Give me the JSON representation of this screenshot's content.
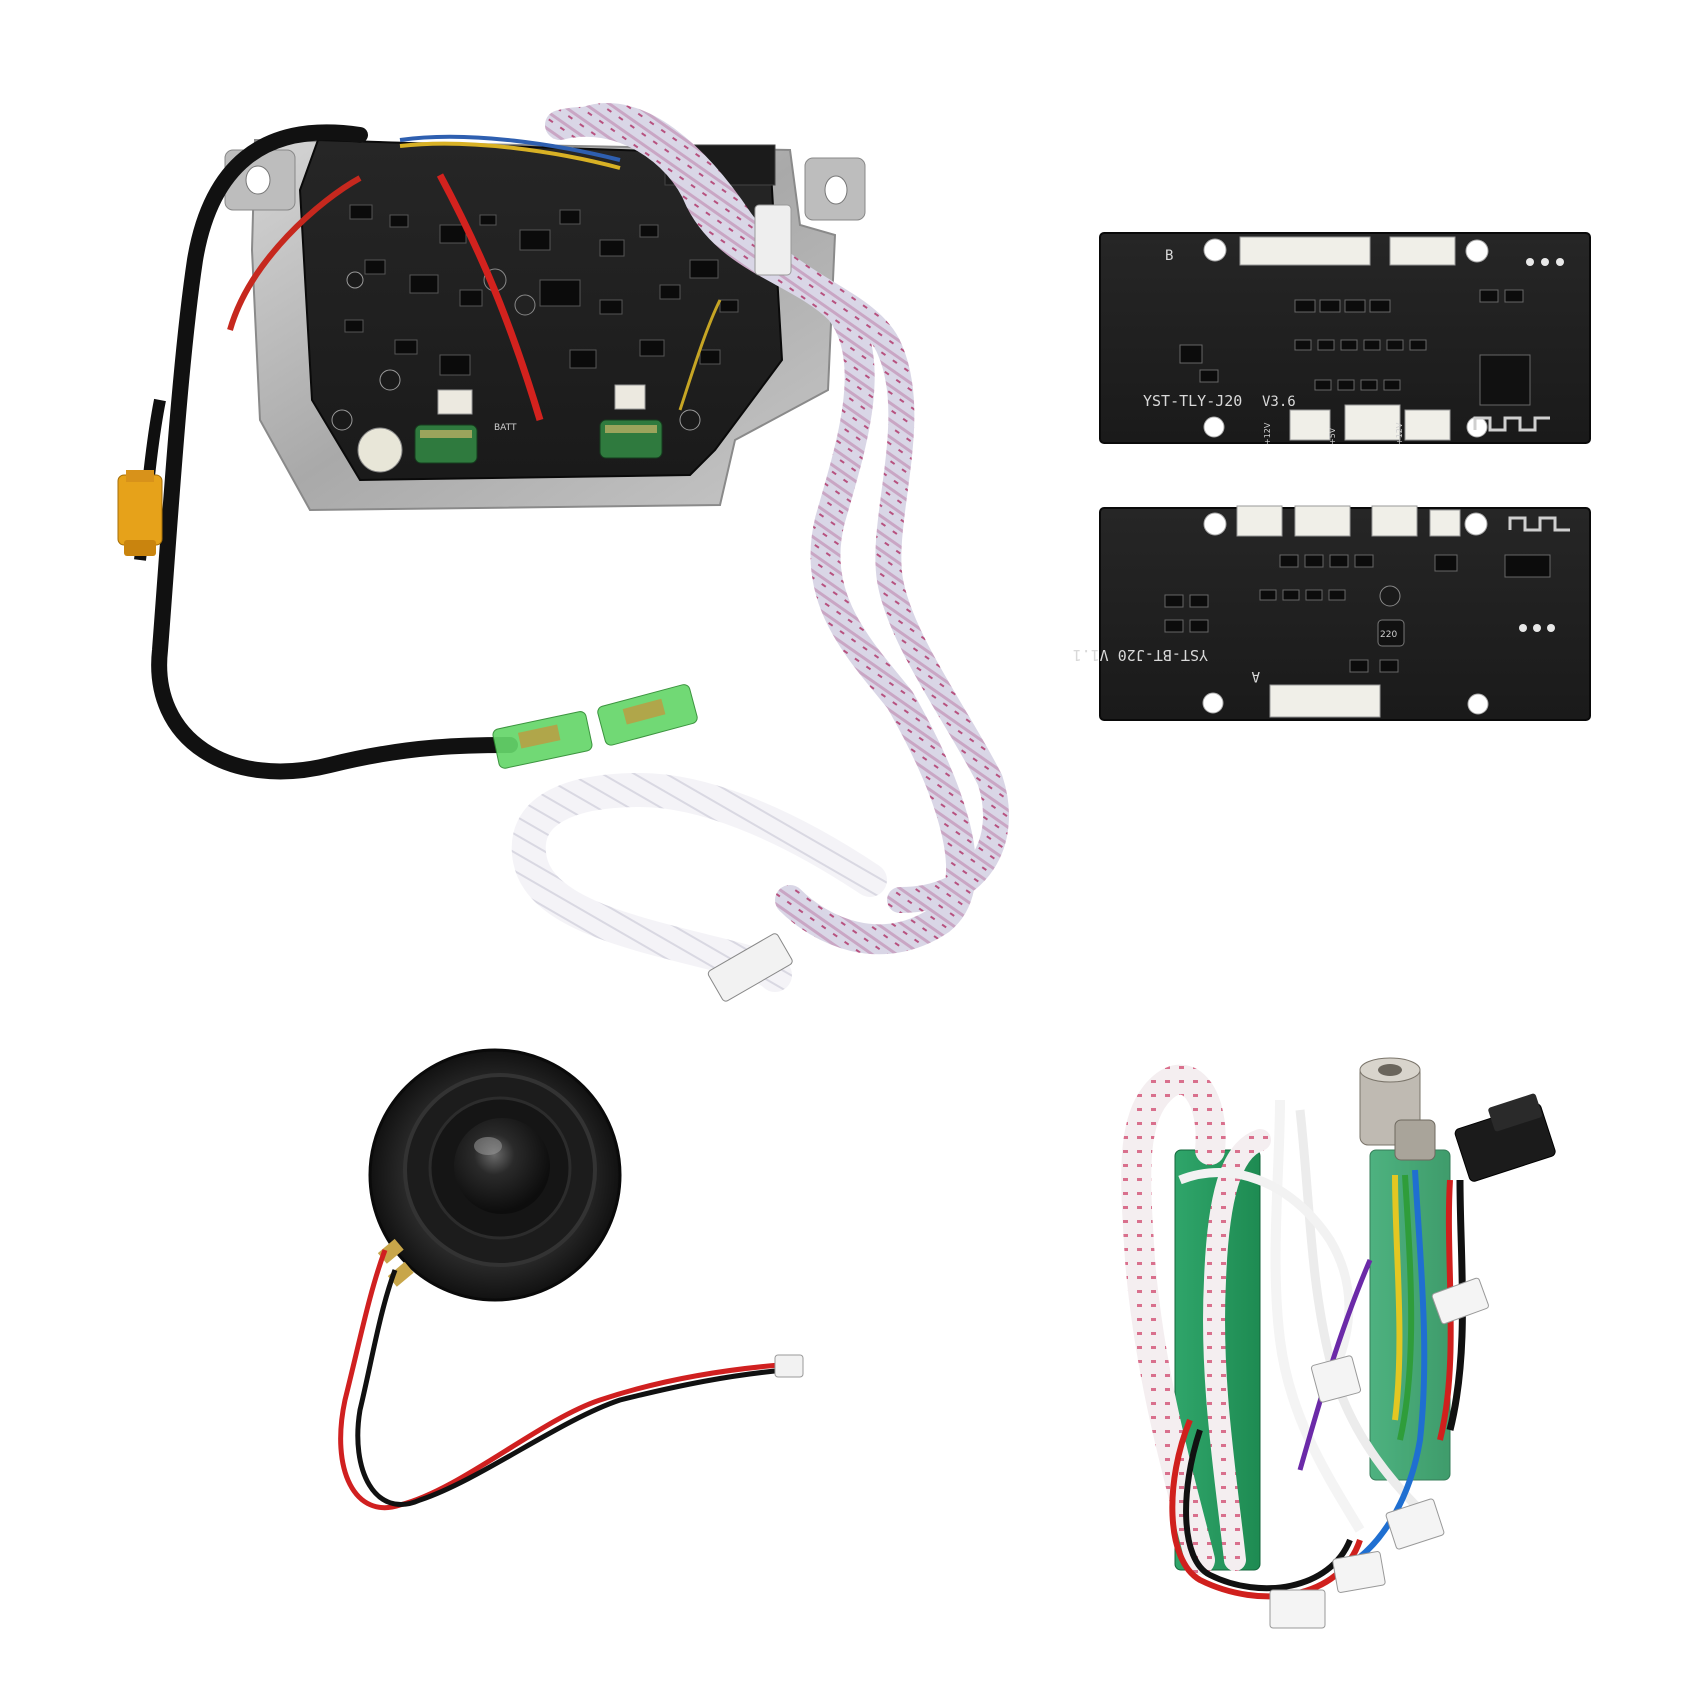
{
  "product_photo": {
    "board_b": {
      "marker": "B",
      "label_part": "YST-TLY-J20",
      "label_version": "V3.6",
      "pin_labels": [
        "+12V",
        "+5V",
        "+12V"
      ]
    },
    "board_a": {
      "marker": "A",
      "label": "YST-BT-J20 V1.1",
      "inductor_code": "220"
    },
    "controller_board": {
      "capacitor_text": "BATT"
    }
  }
}
